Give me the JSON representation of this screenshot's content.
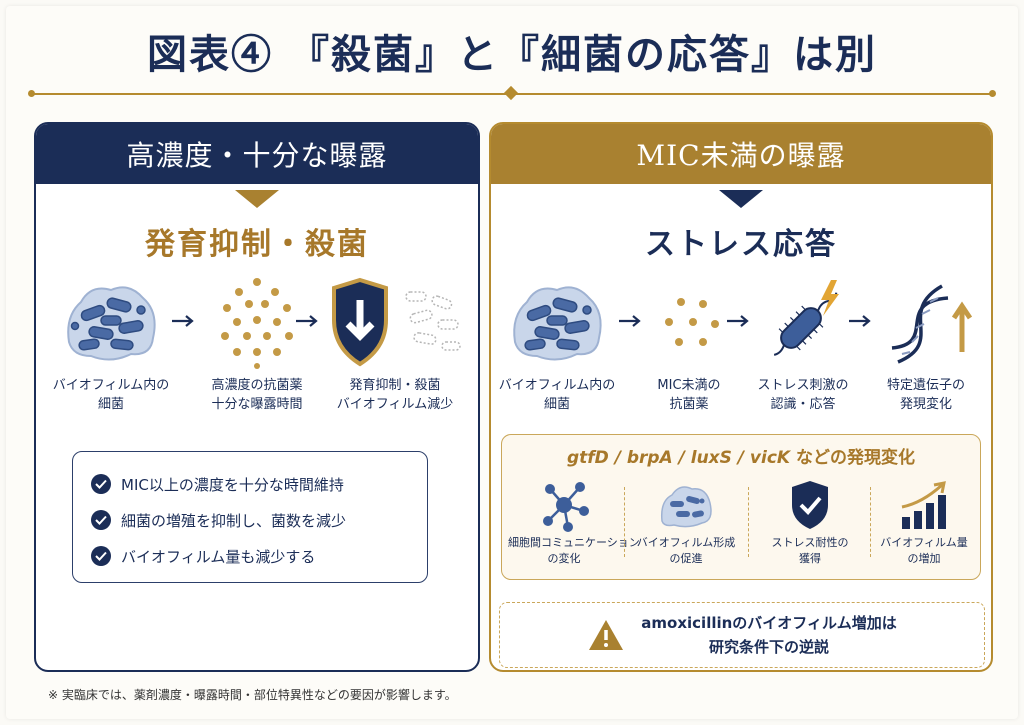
{
  "title": "図表④ 『殺菌』と『細菌の応答』は別",
  "left": {
    "header": "高濃度・十分な曝露",
    "result": "発育抑制・殺菌",
    "steps": [
      {
        "line1": "バイオフィルム内の",
        "line2": "細菌",
        "icon": "biofilm-icon"
      },
      {
        "line1": "高濃度の抗菌薬",
        "line2": "十分な曝露時間",
        "icon": "dense-particles-icon"
      },
      {
        "line1": "発育抑制・殺菌",
        "line2": "バイオフィルム減少",
        "icon": "shield-down-icon"
      }
    ],
    "checks": [
      "MIC以上の濃度を十分な時間維持",
      "細菌の増殖を抑制し、菌数を減少",
      "バイオフィルム量も減少する"
    ]
  },
  "right": {
    "header": "MIC未満の曝露",
    "result": "ストレス応答",
    "steps": [
      {
        "line1": "バイオフィルム内の",
        "line2": "細菌",
        "icon": "biofilm-icon"
      },
      {
        "line1": "MIC未満の",
        "line2": "抗菌薬",
        "icon": "sparse-particles-icon"
      },
      {
        "line1": "ストレス刺激の",
        "line2": "認識・応答",
        "icon": "bacterium-lightning-icon"
      },
      {
        "line1": "特定遺伝子の",
        "line2": "発現変化",
        "icon": "dna-up-icon"
      }
    ],
    "genes_title_genes": "gtfD / brpA / luxS / vicK",
    "genes_title_suffix": " などの発現変化",
    "gene_items": [
      {
        "line1": "細胞間コミュニケーション",
        "line2": "の変化",
        "icon": "network-icon"
      },
      {
        "line1": "バイオフィルム形成",
        "line2": "の促進",
        "icon": "biofilm-icon"
      },
      {
        "line1": "ストレス耐性の",
        "line2": "獲得",
        "icon": "shield-check-icon"
      },
      {
        "line1": "バイオフィルム量",
        "line2": "の増加",
        "icon": "bar-chart-up-icon"
      }
    ],
    "warning_line1": "amoxicillinのバイオフィルム増加は",
    "warning_line2": "研究条件下の逆説"
  },
  "footnote": "※ 実臨床では、薬剤濃度・曝露時間・部位特異性などの要因が影響します。",
  "colors": {
    "navy": "#1b2d57",
    "gold": "#a98130",
    "light_gold": "#caa75a"
  }
}
